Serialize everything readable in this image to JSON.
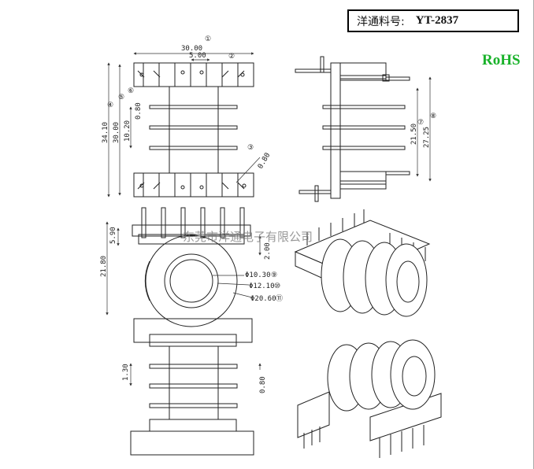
{
  "header": {
    "part_label": "洋通料号:",
    "part_number": "YT-2837"
  },
  "badge": {
    "text": "RoHS",
    "color": "#19b22a"
  },
  "watermark": {
    "text": "东莞市洋通电子有限公司"
  },
  "dimensions": {
    "top_width": "30.00",
    "pin_pitch": "5.00",
    "total_height": "34.10",
    "inner_height": "30.00",
    "flange_gap": "10.20",
    "flange_thick_top": "0.80",
    "pin_dia": "0.80",
    "side_height_outer": "27.25",
    "side_height_inner": "21.50",
    "front_pin_height": "5.90",
    "front_total_height": "21.80",
    "front_flange_thick": "2.00",
    "bore_d1": "Φ10.30",
    "bore_d2": "Φ12.10",
    "bore_d3": "Φ20.60",
    "bottom_flange_thick": "1.30",
    "bottom_flange_thick_b": "0.80"
  },
  "callout_marks": [
    "①",
    "②",
    "③",
    "④",
    "⑤",
    "⑥",
    "⑦",
    "⑧",
    "⑨",
    "⑩",
    "⑪"
  ]
}
